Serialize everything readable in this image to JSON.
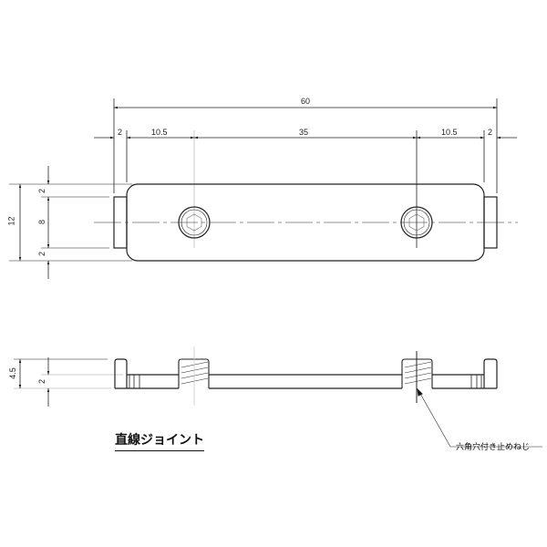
{
  "drawing": {
    "title": "直線ジョイント",
    "callout_label": "六角穴付き止めねじ",
    "top_view": {
      "dims_horizontal": {
        "overall": "60",
        "left_tab": "2",
        "left_hole_offset": "10.5",
        "hole_spacing": "35",
        "right_hole_offset": "10.5",
        "right_tab": "2"
      },
      "dims_vertical": {
        "overall": "12",
        "top_margin": "2",
        "tab_height": "8",
        "bottom_margin": "2"
      }
    },
    "side_view": {
      "dims_vertical": {
        "overall_height": "4.5",
        "plate_thickness": "2"
      }
    }
  }
}
